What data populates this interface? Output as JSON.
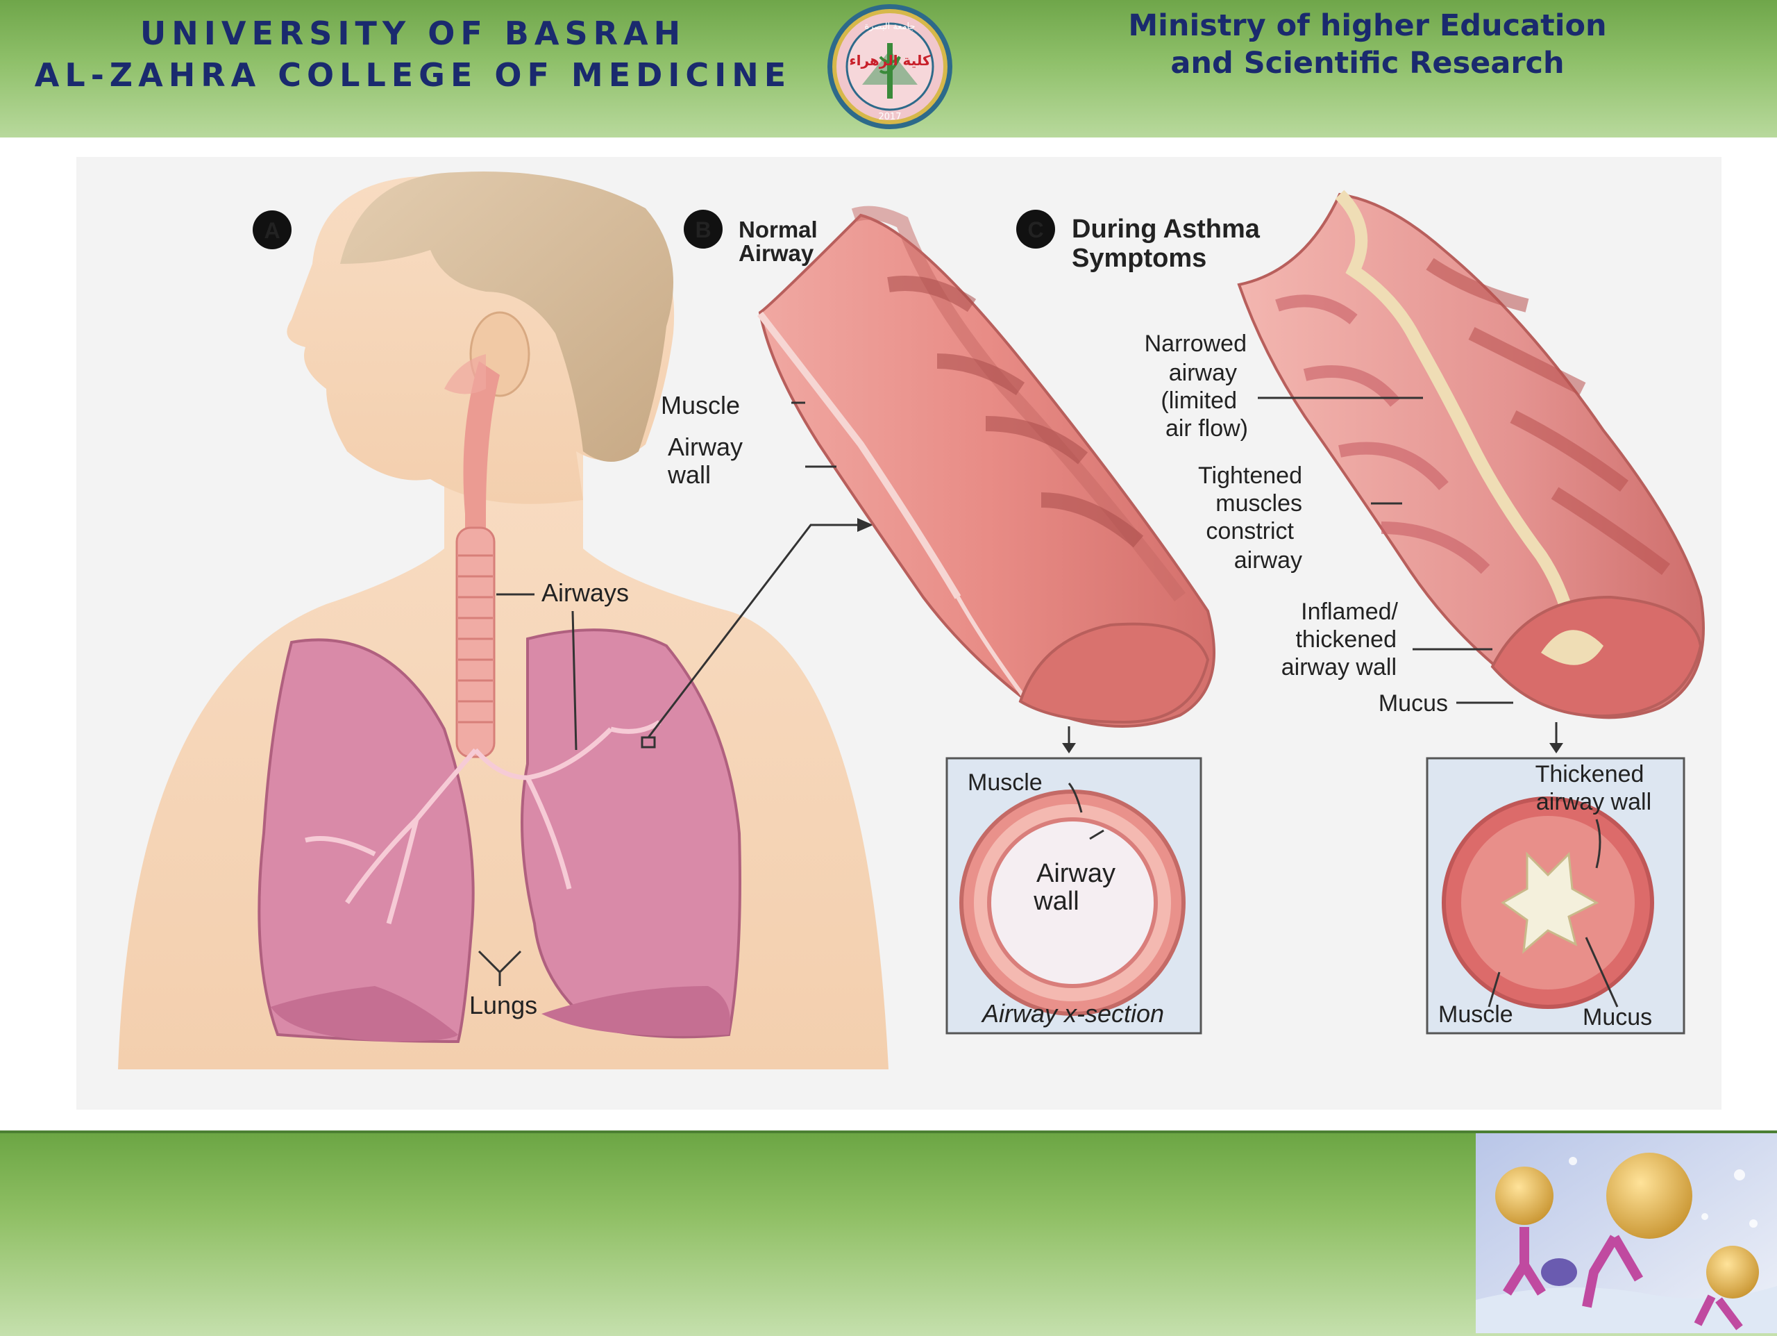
{
  "header": {
    "left_line1": "UNIVERSITY OF BASRAH",
    "left_line2": "AL-ZAHRA COLLEGE OF MEDICINE",
    "right_line1": "Ministry of higher Education",
    "right_line2": "and Scientific Research",
    "seal": {
      "top_text": "جامعة البصرة",
      "center_text": "كلية الزهراء",
      "year": "2017"
    }
  },
  "diagram": {
    "panel_a": {
      "marker": "A",
      "airways": "Airways",
      "lungs": "Lungs"
    },
    "panel_b": {
      "marker": "B",
      "title_1": "Normal",
      "title_2": "Airway",
      "muscle": "Muscle",
      "wall_1": "Airway",
      "wall_2": "wall",
      "xs_muscle": "Muscle",
      "xs_wall_1": "Airway",
      "xs_wall_2": "wall",
      "xs_caption": "Airway x-section"
    },
    "panel_c": {
      "marker": "C",
      "title_1": "During Asthma",
      "title_2": "Symptoms",
      "narrowed_1": "Narrowed",
      "narrowed_2": "airway",
      "narrowed_3": "(limited",
      "narrowed_4": "air flow)",
      "tight_1": "Tightened",
      "tight_2": "muscles",
      "tight_3": "constrict",
      "tight_4": "airway",
      "inflamed_1": "Inflamed/",
      "inflamed_2": "thickened",
      "inflamed_3": "airway wall",
      "mucus": "Mucus",
      "xs_thick_1": "Thickened",
      "xs_thick_2": "airway wall",
      "xs_muscle": "Muscle",
      "xs_mucus": "Mucus"
    }
  },
  "colors": {
    "header_green": "#6fa64a",
    "title_navy": "#1a2a6e",
    "lung_pink": "#d98aa8",
    "airway_red": "#e48a84"
  }
}
